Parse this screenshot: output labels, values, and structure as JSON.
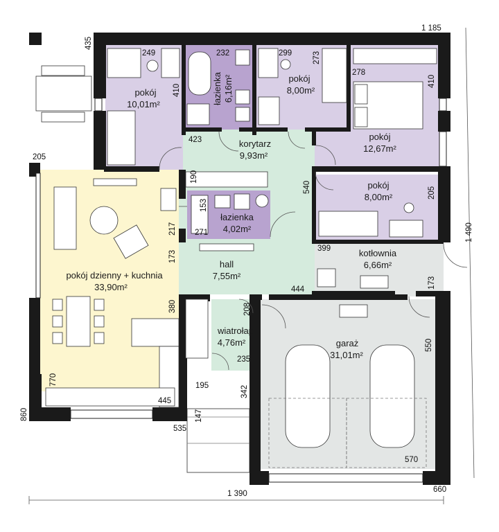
{
  "colors": {
    "bedroom": "#d9cfe6",
    "bathroom": "#b8a3cf",
    "living": "#fdf6cf",
    "hall": "#d5ebdd",
    "utility": "#e3e6e5",
    "wall": "#1a1a1a"
  },
  "rooms": {
    "pokoj1": {
      "name": "pokój",
      "area": "10,01m²"
    },
    "lazienka1": {
      "name": "łazienka",
      "area": "6,16m²"
    },
    "pokoj2": {
      "name": "pokój",
      "area": "8,00m²"
    },
    "pokoj3": {
      "name": "pokój",
      "area": "12,67m²"
    },
    "korytarz": {
      "name": "korytarz",
      "area": "9,93m²"
    },
    "lazienka2": {
      "name": "łazienka",
      "area": "4,02m²"
    },
    "pokoj4": {
      "name": "pokój",
      "area": "8,00m²"
    },
    "dzienny": {
      "name": "pokój dzienny + kuchnia",
      "area": "33,90m²"
    },
    "hall": {
      "name": "hall",
      "area": "7,55m²"
    },
    "kotlownia": {
      "name": "kotłownia",
      "area": "6,66m²"
    },
    "wiatrolap": {
      "name": "wiatrołap",
      "area": "4,76m²"
    },
    "garaz": {
      "name": "garaż",
      "area": "31,01m²"
    }
  },
  "dimensions": {
    "d1185": "1 185",
    "d435": "435",
    "d249": "249",
    "d232": "232",
    "d299": "299",
    "d273": "273",
    "d278": "278",
    "d410a": "410",
    "d410b": "410",
    "d423": "423",
    "d205a": "205",
    "d190": "190",
    "d540": "540",
    "d205b": "205",
    "d153": "153",
    "d271": "271",
    "d217": "217",
    "d1490": "1 490",
    "d173a": "173",
    "d399": "399",
    "d444": "444",
    "d173b": "173",
    "d208": "208",
    "d380": "380",
    "d550": "550",
    "d235": "235",
    "d770": "770",
    "d195": "195",
    "d342": "342",
    "d445": "445",
    "d860": "860",
    "d147": "147",
    "d535": "535",
    "d570": "570",
    "d660": "660",
    "d1390": "1 390"
  }
}
